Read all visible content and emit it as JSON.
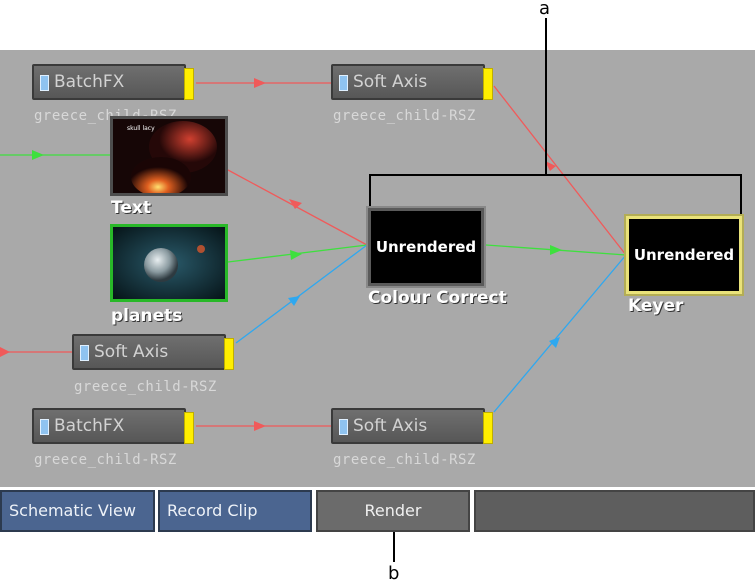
{
  "schematic": {
    "nodes": {
      "batchfx_top": {
        "label": "BatchFX",
        "sub": "greece_child-RSZ"
      },
      "softaxis_top": {
        "label": "Soft Axis",
        "sub": "greece_child-RSZ"
      },
      "softaxis_mid": {
        "label": "Soft Axis",
        "sub": "greece_child-RSZ"
      },
      "batchfx_bottom": {
        "label": "BatchFX",
        "sub": "greece_child-RSZ"
      },
      "softaxis_bottom": {
        "label": "Soft Axis",
        "sub": "greece_child-RSZ"
      }
    },
    "clips": {
      "text": {
        "caption": "Text",
        "thumb_text": "skull lacy"
      },
      "planets": {
        "caption": "planets"
      }
    },
    "render_nodes": {
      "colour_correct": {
        "status": "Unrendered",
        "caption": "Colour Correct"
      },
      "keyer": {
        "status": "Unrendered",
        "caption": "Keyer"
      }
    },
    "colors": {
      "red_wire": "#f05a5a",
      "green_wire": "#3ee03e",
      "blue_wire": "#2ea8f0",
      "tab_yellow": "#ffee00"
    }
  },
  "bottom_bar": {
    "schematic_view": "Schematic View",
    "record_clip": "Record Clip",
    "render": "Render"
  },
  "callouts": {
    "a": "a",
    "b": "b"
  }
}
